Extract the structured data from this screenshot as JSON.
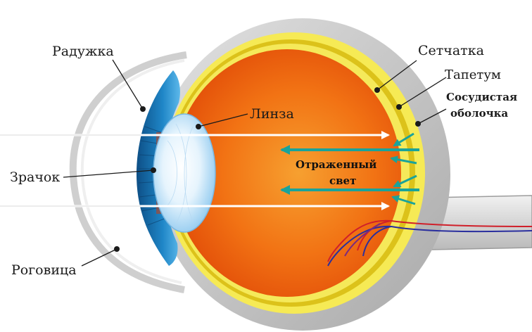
{
  "labels": {
    "iris": "Радужка",
    "lens": "Линза",
    "pupil": "Зрачок",
    "cornea": "Роговица",
    "retina": "Сетчатка",
    "tapetum": "Тапетум",
    "choroid_line1": "Сосудистая",
    "choroid_line2": "оболочка",
    "reflected_line1": "Отраженный",
    "reflected_line2": "свет"
  },
  "colors": {
    "sclera": "#c7c7c7",
    "choroid": "#f4e94a",
    "tapetum": "#d9c21e",
    "vitreous": "#f26b0d",
    "vitreous_center": "#f39a2a",
    "iris": "#1f86c7",
    "lens": "#dbeefa",
    "incoming_light": "#ffffff",
    "reflected_light": "#1aa39a",
    "artery": "#d0202a",
    "vein": "#2a2f9e"
  }
}
